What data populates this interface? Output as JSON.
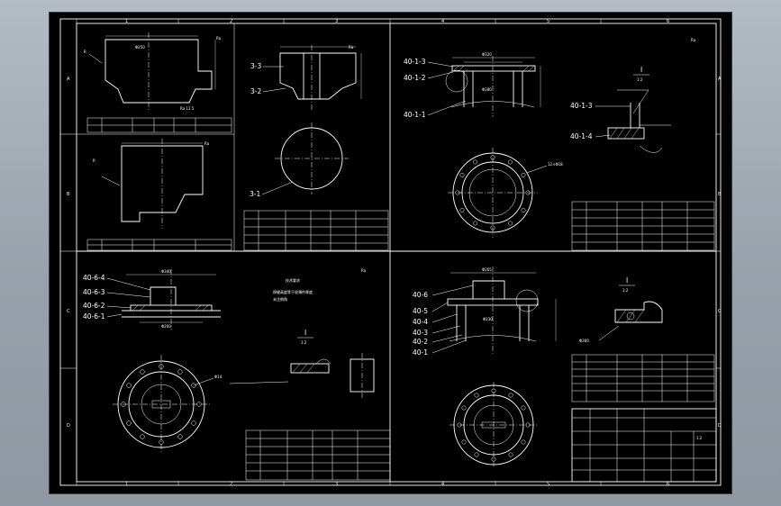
{
  "frame": {
    "top_zones": [
      "1",
      "2",
      "3",
      "4",
      "5",
      "6"
    ],
    "bottom_zones": [
      "1",
      "2",
      "3",
      "4",
      "5",
      "6"
    ],
    "left_zones": [
      "A",
      "B",
      "C",
      "D"
    ],
    "right_zones": [
      "A",
      "B",
      "C",
      "D"
    ]
  },
  "roughness": [
    "Ra",
    "Ra",
    "Ra",
    "Ra",
    "Ra"
  ],
  "labels": {
    "p1": [
      "3-3",
      "3-2",
      "3-1"
    ],
    "p2": [
      "40-1-3",
      "40-1-2",
      "40-1-1",
      "40-1-3",
      "40-1-4"
    ],
    "p3": [
      "40-6-4",
      "40-6-3",
      "40-6-2",
      "40-6-1"
    ],
    "p4": [
      "40-6",
      "40-5",
      "40-4",
      "40-3",
      "40-2",
      "40-1"
    ]
  },
  "section_marks": [
    {
      "num": "I",
      "den": "1:2"
    },
    {
      "num": "I",
      "den": "1:2"
    },
    {
      "num": "I",
      "den": "1:2"
    }
  ],
  "lower_left_notes": [
    "技术要求",
    "焊缝高度等于较薄件厚度",
    "未注倒角"
  ],
  "dim_values": [
    "Φ280",
    "Φ250",
    "Φ320",
    "Φ340",
    "Φ200",
    "Φ265",
    "Φ14",
    "12×Φ18",
    "Φ230",
    "Φ300"
  ],
  "title_block": {
    "name": "",
    "scale": "1:2",
    "sheet": ""
  }
}
